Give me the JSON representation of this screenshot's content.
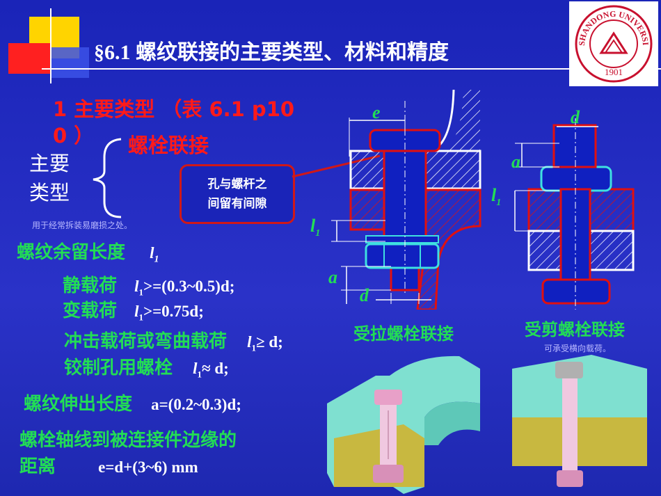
{
  "title": "§6.1   螺纹联接的主要类型、材料和精度",
  "section_heading": "1   主要类型 （表 6.1  p10",
  "section_heading_cont": "0 ）",
  "bolt_connection": "螺栓联接",
  "main_types_line1": "主要",
  "main_types_line2": "类型",
  "usage_note": "用于经常拆装易磨损之处。",
  "callout_line1": "孔与螺杆之",
  "callout_line2": "间留有间隙",
  "thread_remain": {
    "label": "螺纹余留长度",
    "symbol": "l",
    "sub": "1"
  },
  "rules": [
    {
      "label": "静载荷",
      "formula": ">=(0.3~0.5)d;"
    },
    {
      "label": "变载荷",
      "formula": ">=0.75d;"
    },
    {
      "label": "冲击载荷或弯曲载荷",
      "formula": "≥ d;"
    },
    {
      "label": "铰制孔用螺栓",
      "formula": "≈ d;"
    }
  ],
  "thread_extend": {
    "label": "螺纹伸出长度",
    "formula": "a=(0.2~0.3)d;"
  },
  "axis_distance": {
    "label_line1": "螺栓轴线到被连接件边缘的",
    "label_line2": "距离",
    "formula": "e=d+(3~6) mm"
  },
  "diagram_left": {
    "e": "e",
    "l1": "l",
    "l1_sub": "1",
    "a": "a",
    "d": "d",
    "caption": "受拉螺栓联接"
  },
  "diagram_right": {
    "d": "d",
    "a": "a",
    "l1": "l",
    "l1_sub": "1",
    "caption": "受剪螺栓联接",
    "note": "可承受横向载荷。"
  },
  "logo": {
    "text": "SHANDONG UNIVERSITY",
    "year": "1901"
  },
  "colors": {
    "background": "#1a24b8",
    "heading_red": "#ff1a1a",
    "green": "#22dd55",
    "cyan": "#3fe0e0"
  }
}
